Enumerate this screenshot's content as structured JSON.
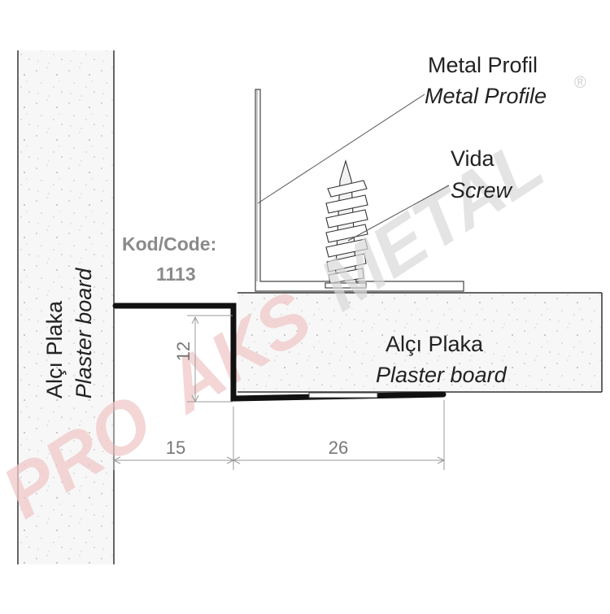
{
  "labels": {
    "metal_profile_tr": "Metal Profil",
    "metal_profile_en": "Metal Profile",
    "screw_tr": "Vida",
    "screw_en": "Screw",
    "code_label": "Kod/Code:",
    "code_value": "1113",
    "wall_board_tr": "Alçı Plaka",
    "wall_board_en": "Plaster board",
    "ceiling_board_tr": "Alçı Plaka",
    "ceiling_board_en": "Plaster board",
    "registered_mark": "®"
  },
  "dimensions": {
    "height": "12",
    "left_width": "15",
    "right_width": "26"
  },
  "watermark": {
    "pro": "PRO",
    "aks": "AKS",
    "metal": "METAL"
  },
  "colors": {
    "board_fill": "#f6f6f6",
    "outline": "#333333",
    "profile": "#111111",
    "dimension": "#999999",
    "label_gray": "#808080",
    "watermark_red": "#f3cfcf",
    "watermark_gray": "#dedede"
  }
}
